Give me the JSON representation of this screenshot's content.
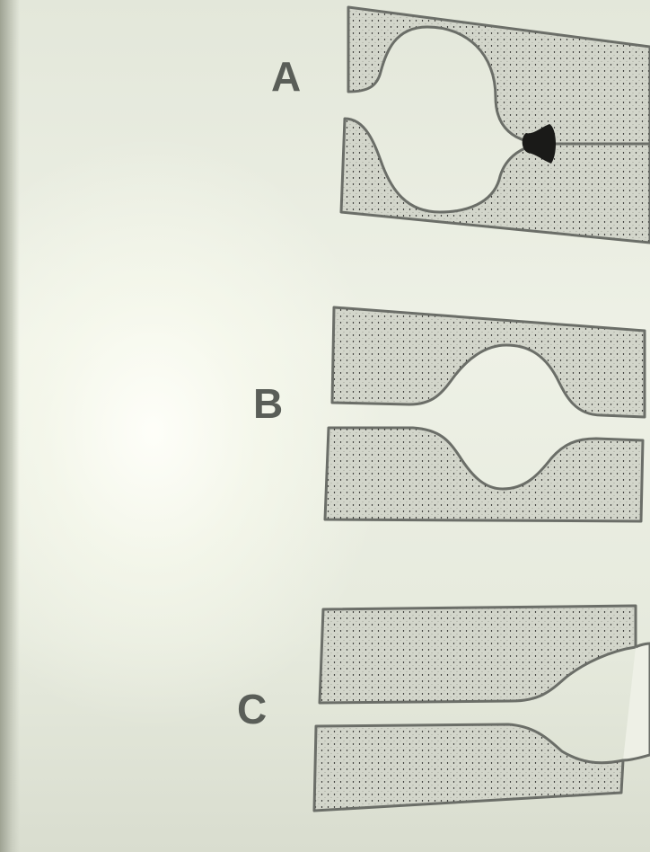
{
  "labels": {
    "a": "A",
    "b": "B",
    "c": "C"
  },
  "colors": {
    "block_fill": "#d3d6cb",
    "outline": "#6b6e68",
    "deposit": "#1a1a18"
  }
}
